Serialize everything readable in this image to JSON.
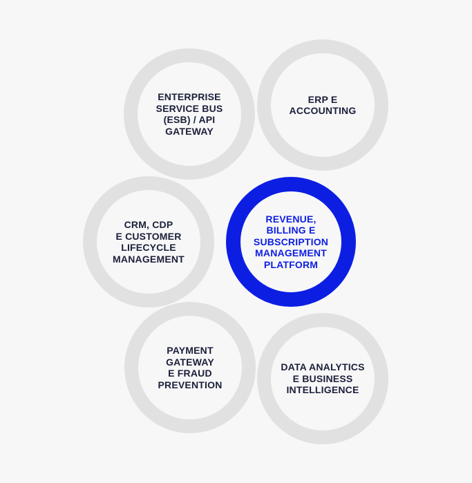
{
  "diagram": {
    "colors": {
      "background": "#f7f7f7",
      "ring_gray": "#e1e1e1",
      "ring_accent": "#0d1ee3",
      "text_dark": "#1b1f3a",
      "text_accent": "#0d1ee3"
    },
    "nodes": {
      "esb": {
        "lines": [
          "ENTERPRISE",
          "SERVICE BUS",
          "(ESB) / API",
          "GATEWAY"
        ]
      },
      "erp": {
        "lines": [
          "ERP E",
          "ACCOUNTING"
        ]
      },
      "crm": {
        "lines": [
          "CRM, CDP",
          "E CUSTOMER",
          "LIFECYCLE",
          "MANAGEMENT"
        ]
      },
      "core": {
        "lines": [
          "REVENUE,",
          "BILLING E",
          "SUBSCRIPTION",
          "MANAGEMENT",
          "PLATFORM"
        ]
      },
      "payment": {
        "lines": [
          "PAYMENT",
          "GATEWAY",
          "E FRAUD",
          "PREVENTION"
        ]
      },
      "data": {
        "lines": [
          "DATA ANALYTICS",
          "E BUSINESS",
          "INTELLIGENCE"
        ]
      }
    }
  }
}
